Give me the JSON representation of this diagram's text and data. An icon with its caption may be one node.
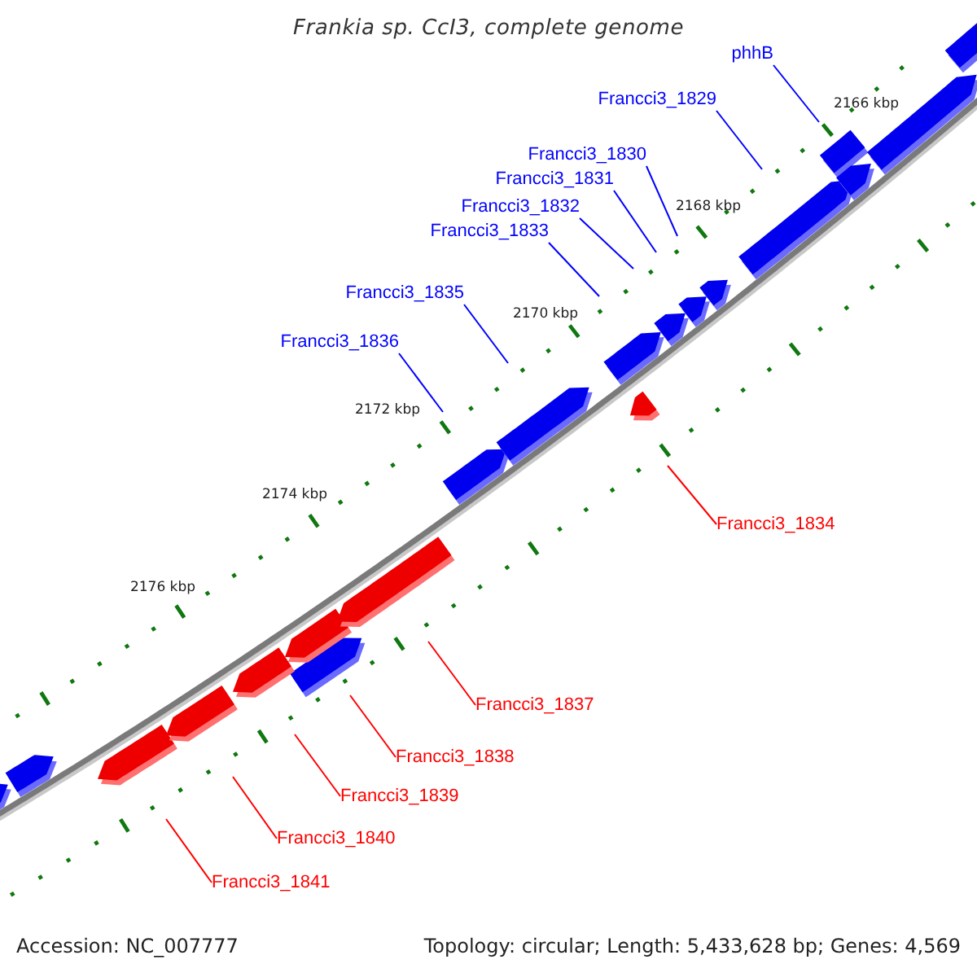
{
  "diagram": {
    "title": "Frankia sp. CcI3, complete genome",
    "nodes": [
      {
        "text": [
          "phhB"
        ]
      },
      {
        "text": [
          "Francci3_1829"
        ]
      },
      {
        "text": [
          "Francci3_1830"
        ]
      },
      {
        "text": [
          "Francci3_1831"
        ]
      },
      {
        "text": [
          "Francci3_1832"
        ]
      },
      {
        "text": [
          "Francci3_1833"
        ]
      },
      {
        "text": [
          "Francci3_1835"
        ]
      },
      {
        "text": [
          "Francci3_1836"
        ]
      },
      {
        "text": [
          "Francci3_1834"
        ]
      },
      {
        "text": [
          "Francci3_1837"
        ]
      },
      {
        "text": [
          "Francci3_1838"
        ]
      },
      {
        "text": [
          "Francci3_1839"
        ]
      },
      {
        "text": [
          "Francci3_1840"
        ]
      },
      {
        "text": [
          "Francci3_1841"
        ]
      }
    ],
    "edges": [
      {
        "from": 0,
        "to": null,
        "arrow": "none"
      },
      {
        "from": 1,
        "to": null,
        "arrow": "none"
      },
      {
        "from": 2,
        "to": null,
        "arrow": "none"
      },
      {
        "from": 3,
        "to": null,
        "arrow": "none"
      },
      {
        "from": 4,
        "to": null,
        "arrow": "none"
      },
      {
        "from": 5,
        "to": null,
        "arrow": "none"
      },
      {
        "from": 6,
        "to": null,
        "arrow": "none"
      },
      {
        "from": 7,
        "to": null,
        "arrow": "none"
      },
      {
        "from": 8,
        "to": null,
        "arrow": "none",
        "color": "#ff0000"
      },
      {
        "from": 9,
        "to": null,
        "arrow": "none",
        "color": "#ff0000"
      },
      {
        "from": 10,
        "to": null,
        "arrow": "none",
        "color": "#ff0000"
      },
      {
        "from": 11,
        "to": null,
        "arrow": "none",
        "color": "#ff0000"
      },
      {
        "from": 12,
        "to": null,
        "arrow": "none",
        "color": "#ff0000"
      },
      {
        "from": 13,
        "to": null,
        "arrow": "none",
        "color": "#ff0000"
      }
    ],
    "labels": [
      "2166 kbp",
      "2168 kbp",
      "2170 kbp",
      "2172 kbp",
      "2174 kbp",
      "2176 kbp",
      "Accession: NC_007777",
      "Topology: circular; Length: 5,433,628 bp; Genes: 4,569"
    ]
  }
}
